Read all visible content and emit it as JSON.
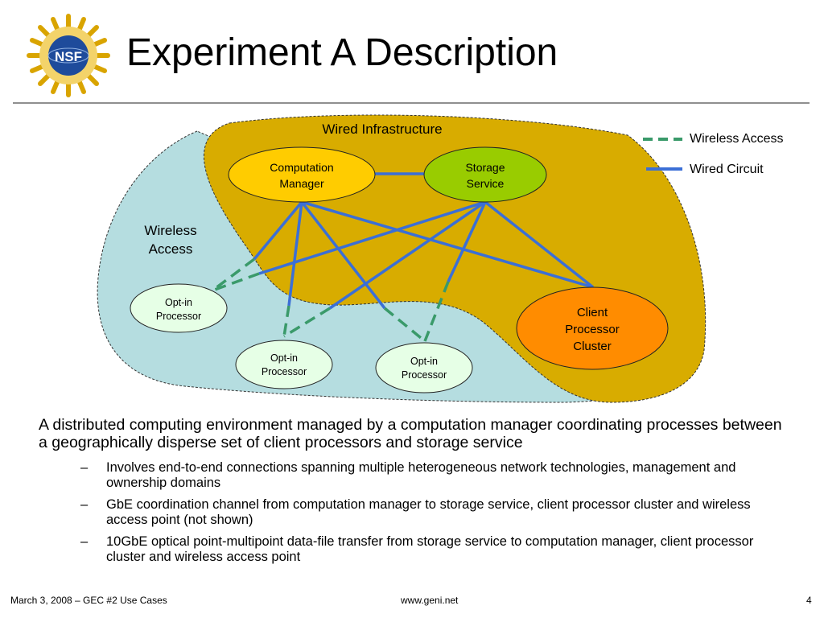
{
  "slide": {
    "title": "Experiment A Description",
    "logo_text": "NSF"
  },
  "diagram": {
    "regions": {
      "wired_label": "Wired Infrastructure",
      "wireless_label_line1": "Wireless",
      "wireless_label_line2": "Access"
    },
    "legend": {
      "wireless": "Wireless Access",
      "wired": "Wired Circuit"
    },
    "nodes": {
      "computation_manager": [
        "Computation",
        "Manager"
      ],
      "storage_service": [
        "Storage",
        "Service"
      ],
      "client_cluster": [
        "Client",
        "Processor",
        "Cluster"
      ],
      "optin_1": [
        "Opt-in",
        "Processor"
      ],
      "optin_2": [
        "Opt-in",
        "Processor"
      ],
      "optin_3": [
        "Opt-in",
        "Processor"
      ]
    },
    "colors": {
      "wired_region": "#d8ac00",
      "wireless_region": "#b5dde0",
      "wired_line": "#3b6fd6",
      "wireless_line": "#3a9a6a",
      "computation_fill": "#ffcc00",
      "storage_fill": "#99cc00",
      "client_fill": "#ff8c00",
      "optin_fill": "#e6ffe6"
    }
  },
  "text": {
    "main": "A distributed computing environment managed by a computation manager coordinating processes between a geographically disperse set of client processors and storage service",
    "bullets": [
      "Involves end-to-end connections spanning multiple heterogeneous network technologies, management and ownership domains",
      "GbE coordination channel from computation manager to storage service, client processor cluster and wireless access point (not shown)",
      "10GbE optical point-multipoint data-file transfer from storage service to computation manager, client processor cluster and wireless access point"
    ],
    "dash": "–"
  },
  "footer": {
    "left": "March 3, 2008 – GEC #2 Use Cases",
    "center": "www.geni.net",
    "page": "4"
  }
}
